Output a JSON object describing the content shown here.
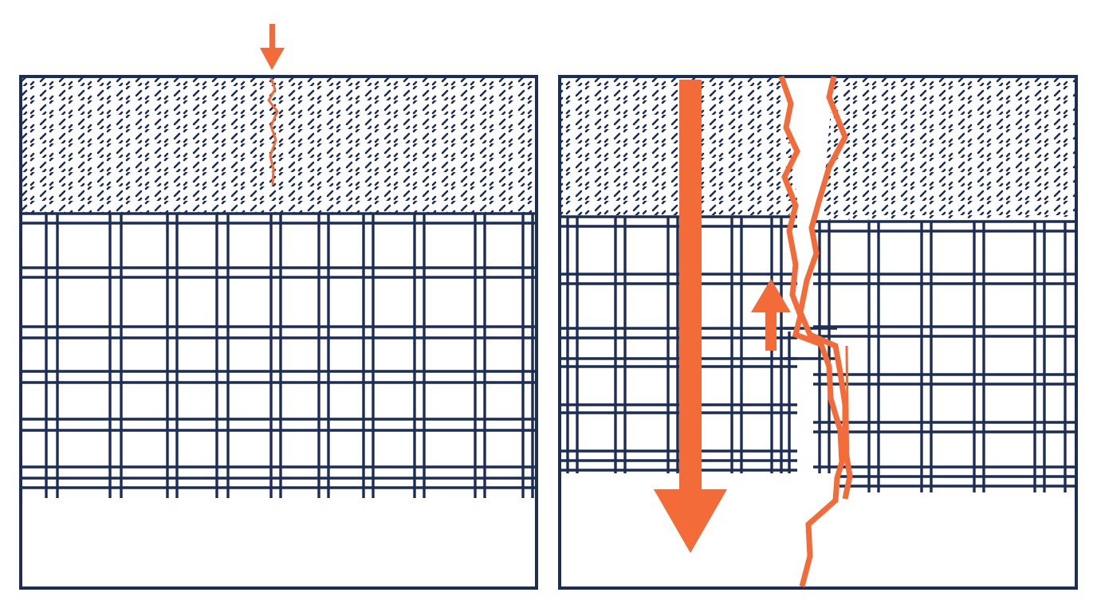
{
  "colors": {
    "line": "#1c2e55",
    "accent": "#f26b38",
    "background": "#ffffff"
  },
  "panels": [
    {
      "name": "intact-section",
      "state": "hairline-crack"
    },
    {
      "name": "failed-section",
      "state": "through-crack-with-settlement"
    }
  ],
  "indicators": [
    {
      "name": "load-arrow",
      "direction": "down",
      "panel": "intact-section"
    },
    {
      "name": "settlement-arrow",
      "direction": "down",
      "panel": "failed-section"
    },
    {
      "name": "uplift-arrow",
      "direction": "up",
      "panel": "failed-section"
    }
  ],
  "layers": [
    "dashed-hatch-surface",
    "grid-reinforcement",
    "plain-base"
  ]
}
